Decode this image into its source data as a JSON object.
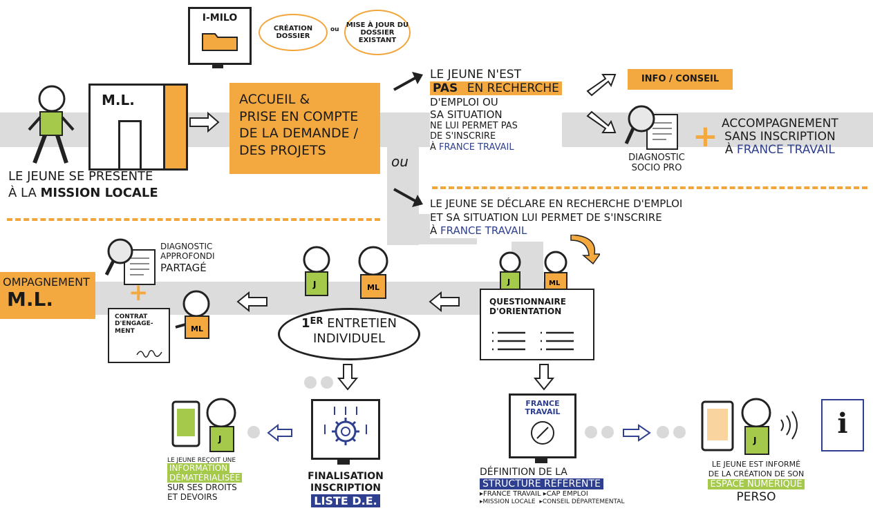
{
  "imilo": {
    "label": "I-MILO",
    "oval1": "CRÉATION DOSSIER",
    "ou": "ou",
    "oval2": "MISE À JOUR DU DOSSIER EXISTANT"
  },
  "ml_door": {
    "label": "M.L."
  },
  "jeune": {
    "line1": "LE JEUNE SE PRÉSENTE",
    "line2a": "À LA ",
    "line2b": "MISSION LOCALE"
  },
  "accueil": {
    "line1": "ACCUEIL &",
    "line2": "PRISE EN COMPTE",
    "line3": "DE LA DEMANDE /",
    "line4": "DES PROJETS"
  },
  "ou_label": "ou",
  "pas_recherche": {
    "line1": "LE JEUNE N'EST",
    "pas": "PAS",
    "line2b": " EN RECHERCHE",
    "line3": "D'EMPLOI OU",
    "line4": "SA SITUATION",
    "line5": "NE LUI PERMET PAS",
    "line6": "DE S'INSCRIRE",
    "line7a": "À ",
    "line7b": "FRANCE TRAVAIL"
  },
  "info_conseil": "INFO / CONSEIL",
  "diagnostic_socio": {
    "line1": "DIAGNOSTIC",
    "line2": "SOCIO PRO"
  },
  "accompagnement_sans": {
    "line1": "ACCOMPAGNEMENT",
    "line2": "SANS INSCRIPTION",
    "line3a": "À ",
    "line3b": "FRANCE TRAVAIL"
  },
  "se_declare": {
    "line1": "LE JEUNE SE DÉCLARE EN RECHERCHE D'EMPLOI",
    "line2": "ET SA SITUATION LUI PERMET DE S'INSCRIRE",
    "line3a": "À ",
    "line3b": "FRANCE TRAVAIL"
  },
  "diagnostic_approfondi": {
    "line1": "DIAGNOSTIC",
    "line2": "APPROFONDI",
    "line3": "PARTAGÉ"
  },
  "accompagnement_ml": {
    "line1": "OMPAGNEMENT",
    "line2": "M.L."
  },
  "contrat": {
    "line1": "CONTRAT",
    "line2": "D'ENGAGE-",
    "line3": "MENT"
  },
  "entretien": {
    "num": "1",
    "sup": "ER",
    "line1": " ENTRETIEN",
    "line2": "INDIVIDUEL"
  },
  "questionnaire": {
    "line1": "QUESTIONNAIRE",
    "line2": "D'ORIENTATION"
  },
  "badges": {
    "j": "J",
    "ml": "ML"
  },
  "info_demat": {
    "line1": "LE JEUNE REÇOIT UNE",
    "line2": "INFORMATION",
    "line3": "DÉMATÉRIALISÉE",
    "line4": "SUR SES DROITS",
    "line5": "ET DEVOIRS"
  },
  "finalisation": {
    "line1": "FINALISATION",
    "line2": "INSCRIPTION",
    "line3": "LISTE D.E."
  },
  "france_travail_screen": {
    "line1": "FRANCE",
    "line2": "TRAVAIL"
  },
  "definition": {
    "line1": "DÉFINITION DE LA",
    "line2": "STRUCTURE RÉFÉRENTE",
    "opt1": "▸FRANCE TRAVAIL",
    "opt2": "▸CAP EMPLOI",
    "opt3": "▸MISSION LOCALE",
    "opt4": "▸CONSEIL DÉPARTEMENTAL"
  },
  "espace": {
    "line1": "LE JEUNE EST INFORMÉ",
    "line2": "DE LA CRÉATION DE SON",
    "line3": "ESPACE NUMÉRIQUE",
    "line4": "PERSO"
  },
  "info_icon": "i",
  "colors": {
    "orange": "#f4a940",
    "navy": "#2e3f8f",
    "green": "#a5c94a",
    "grey": "#dcdcdc"
  }
}
